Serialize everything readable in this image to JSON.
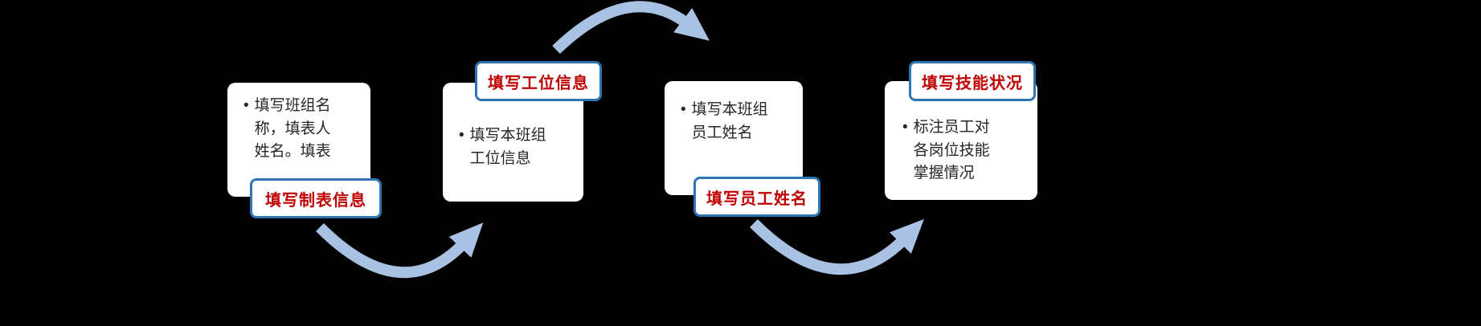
{
  "colors": {
    "background": "#000000",
    "card_bg": "#FFFFFF",
    "card_text": "#262626",
    "label_text": "#C00000",
    "label_border": "#2E75B6",
    "arrow": "#A9C1E3"
  },
  "steps": [
    {
      "bullet": "•",
      "text": "填写班组名\n称，填表人\n姓名。填表",
      "label": "填写制表信息"
    },
    {
      "bullet": "•",
      "text": "填写本班组\n工位信息",
      "label": "填写工位信息"
    },
    {
      "bullet": "•",
      "text": "填写本班组\n员工姓名",
      "label": "填写员工姓名"
    },
    {
      "bullet": "•",
      "text": "标注员工对\n各岗位技能\n掌握情况",
      "label": "填写技能状况"
    }
  ]
}
